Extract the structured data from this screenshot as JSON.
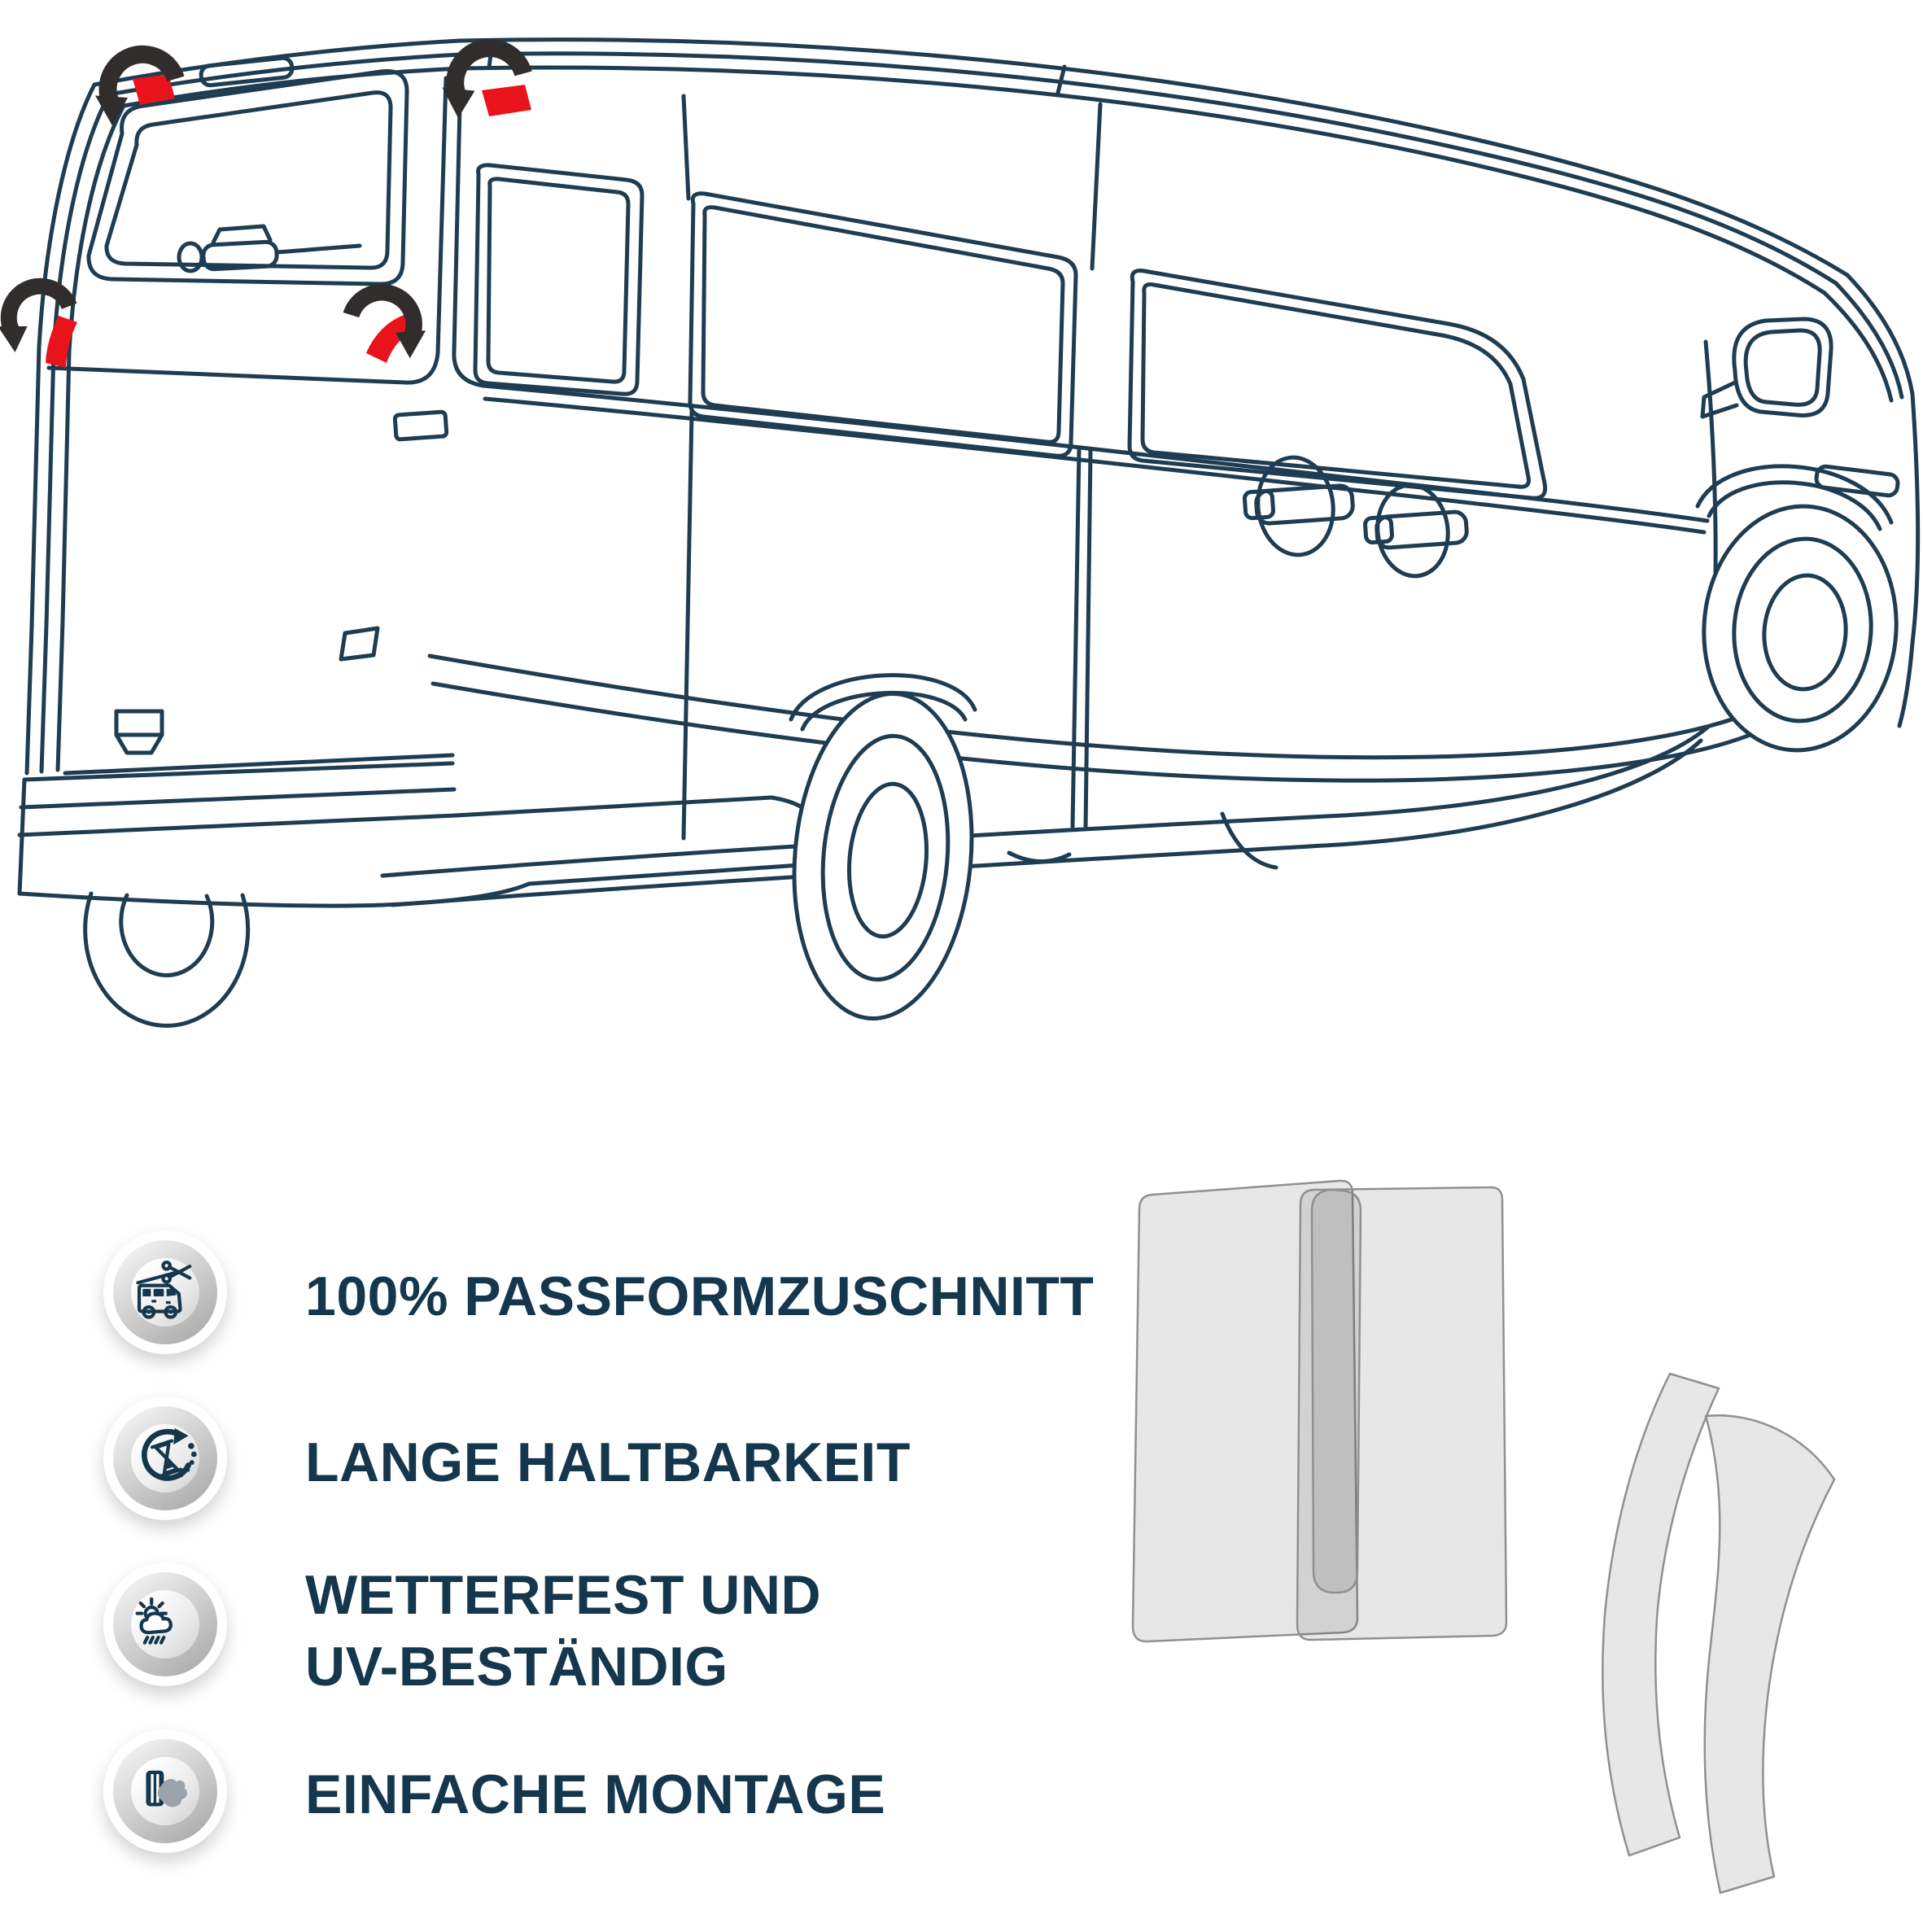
{
  "colors": {
    "line": "#1E3C52",
    "accent_red": "#E9141B",
    "arrow_black": "#322D2D",
    "text": "#14374E",
    "film_fill": "rgba(70,70,70,0.13)",
    "film_stroke": "#909090"
  },
  "illustration": {
    "subject": "vw-transporter-rear-three-quarter-outline",
    "film_markers": [
      "tailgate-top-left-corner",
      "tailgate-top-right-corner",
      "tailgate-bottom-left-corner",
      "tailgate-bottom-right-corner"
    ],
    "film_pieces": [
      "flat-sheet-left",
      "flat-sheet-right",
      "flat-strip-middle",
      "curved-strip-left",
      "curved-strip-right"
    ]
  },
  "features": {
    "items": [
      {
        "icon": "van-scissors-icon",
        "lines": [
          "100% PASSFORMZUSCHNITT"
        ]
      },
      {
        "icon": "hourglass-cycle-icon",
        "lines": [
          "LANGE HALTBARKEIT"
        ]
      },
      {
        "icon": "weather-icon",
        "lines": [
          "WETTERFEST UND",
          "UV-BESTÄNDIG"
        ]
      },
      {
        "icon": "film-application-icon",
        "lines": [
          "EINFACHE MONTAGE"
        ]
      }
    ]
  }
}
